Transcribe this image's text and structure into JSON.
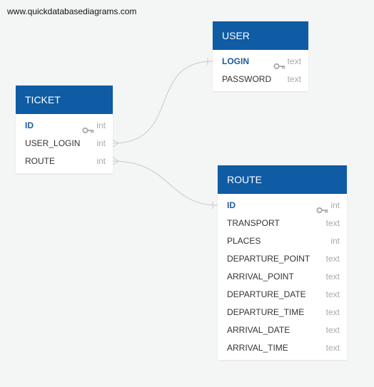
{
  "watermark": "www.quickdatabasediagrams.com",
  "colors": {
    "header": "#0f5ba4",
    "pk_text": "#1b5c9c",
    "type_text": "#a9a9a9",
    "connector": "#c9c9c9"
  },
  "tables": {
    "user": {
      "title": "USER",
      "columns": [
        {
          "name": "LOGIN",
          "type": "text",
          "pk": true
        },
        {
          "name": "PASSWORD",
          "type": "text",
          "pk": false
        }
      ]
    },
    "ticket": {
      "title": "TICKET",
      "columns": [
        {
          "name": "ID",
          "type": "int",
          "pk": true
        },
        {
          "name": "USER_LOGIN",
          "type": "int",
          "pk": false
        },
        {
          "name": "ROUTE",
          "type": "int",
          "pk": false
        }
      ]
    },
    "route": {
      "title": "ROUTE",
      "columns": [
        {
          "name": "ID",
          "type": "int",
          "pk": true
        },
        {
          "name": "TRANSPORT",
          "type": "text",
          "pk": false
        },
        {
          "name": "PLACES",
          "type": "int",
          "pk": false
        },
        {
          "name": "DEPARTURE_POINT",
          "type": "text",
          "pk": false
        },
        {
          "name": "ARRIVAL_POINT",
          "type": "text",
          "pk": false
        },
        {
          "name": "DEPARTURE_DATE",
          "type": "text",
          "pk": false
        },
        {
          "name": "DEPARTURE_TIME",
          "type": "text",
          "pk": false
        },
        {
          "name": "ARRIVAL_DATE",
          "type": "text",
          "pk": false
        },
        {
          "name": "ARRIVAL_TIME",
          "type": "text",
          "pk": false
        }
      ]
    }
  },
  "relationships": [
    {
      "from": "TICKET.USER_LOGIN",
      "to": "USER.LOGIN",
      "from_end": "many",
      "to_end": "one"
    },
    {
      "from": "TICKET.ROUTE",
      "to": "ROUTE.ID",
      "from_end": "many",
      "to_end": "one"
    }
  ]
}
